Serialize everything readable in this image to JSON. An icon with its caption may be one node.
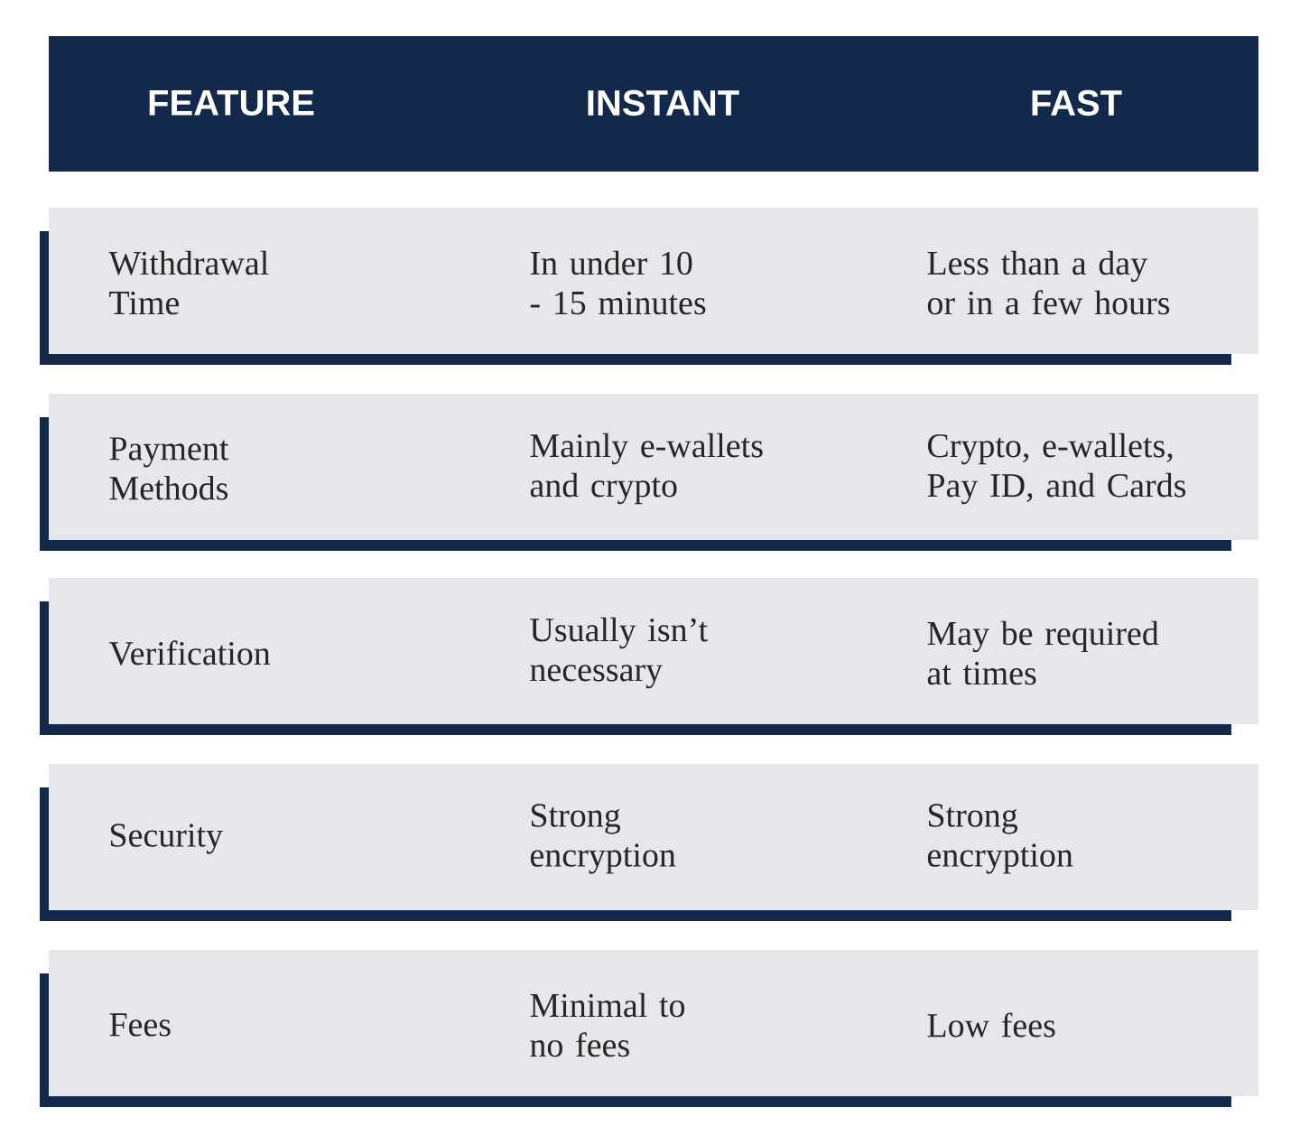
{
  "diagram": {
    "labels": [
      "FEATURE",
      "INSTANT",
      "FAST",
      "Withdrawal Time",
      "In under 10 - 15 minutes",
      "Less than a day or in a few hours",
      "Payment Methods",
      "Mainly e-wallets and crypto",
      "Crypto, e-wallets, Pay ID, and Cards",
      "Verification",
      "Usually isn’t necessary",
      "May be required at times",
      "Security",
      "Strong encryption",
      "Strong encryption",
      "Fees",
      "Minimal to no fees",
      "Low fees"
    ]
  }
}
